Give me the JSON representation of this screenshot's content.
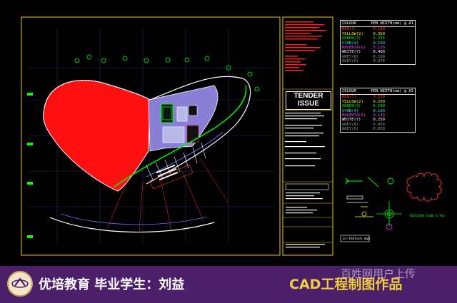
{
  "title_block": {
    "tender": "TENDER\nISSUE",
    "filename": "a1-tbdlock.dwg"
  },
  "pen_table_a1": {
    "header": {
      "colour": "COLOUR",
      "pen": "PEN WIDTH(mm) @ A1"
    },
    "rows": [
      {
        "name": "RED(1)",
        "width": "0.180",
        "color": "#ff3030"
      },
      {
        "name": "YELLOW(2)",
        "width": "0.350",
        "color": "#ffff00"
      },
      {
        "name": "GREEN(3)",
        "width": "0.250",
        "color": "#00ff00"
      },
      {
        "name": "CYAN(4)",
        "width": "0.150",
        "color": "#00ffff"
      },
      {
        "name": "MAGENTA(6)",
        "width": "0.130",
        "color": "#ff33ff"
      },
      {
        "name": "WHITE(7)",
        "width": "0.400",
        "color": "#ffffff"
      },
      {
        "name": "GREY(8)",
        "width": "0.100",
        "color": "#9a9a9a"
      },
      {
        "name": "GREY(9)",
        "width": "0.070",
        "color": "#9a9a9a"
      }
    ]
  },
  "pen_table_a3": {
    "header": {
      "colour": "COLOUR",
      "pen": "PEN WIDTH(mm) @ A3"
    },
    "rows": [
      {
        "name": "RED(1)",
        "width": "0.130",
        "color": "#ff3030"
      },
      {
        "name": "YELLOW(2)",
        "width": "0.250",
        "color": "#ffff00"
      },
      {
        "name": "GREEN(3)",
        "width": "0.200",
        "color": "#00ff00"
      },
      {
        "name": "CYAN(4)",
        "width": "0.130",
        "color": "#00ffff"
      },
      {
        "name": "MAGENTA(6)",
        "width": "0.130",
        "color": "#ff33ff"
      },
      {
        "name": "WHITE(7)",
        "width": "0.250",
        "color": "#ffffff"
      },
      {
        "name": "GREY(8)",
        "width": "0.050",
        "color": "#9a9a9a"
      },
      {
        "name": "GREY(9)",
        "width": "0.050",
        "color": "#9a9a9a"
      }
    ]
  },
  "symbols": {
    "revision_cloud": "REVISION CLOUD & TAG"
  },
  "banner": {
    "main_text": "优培教育  毕业学生：刘益",
    "cad_text": "CAD工程制图作品",
    "watermark": "百姓网用户上传",
    "bg": "#4b1f6a"
  },
  "colors": {
    "red_fill": "#ff1010",
    "purple_fill": "#8a7fd6",
    "frame": "#f0d000"
  }
}
